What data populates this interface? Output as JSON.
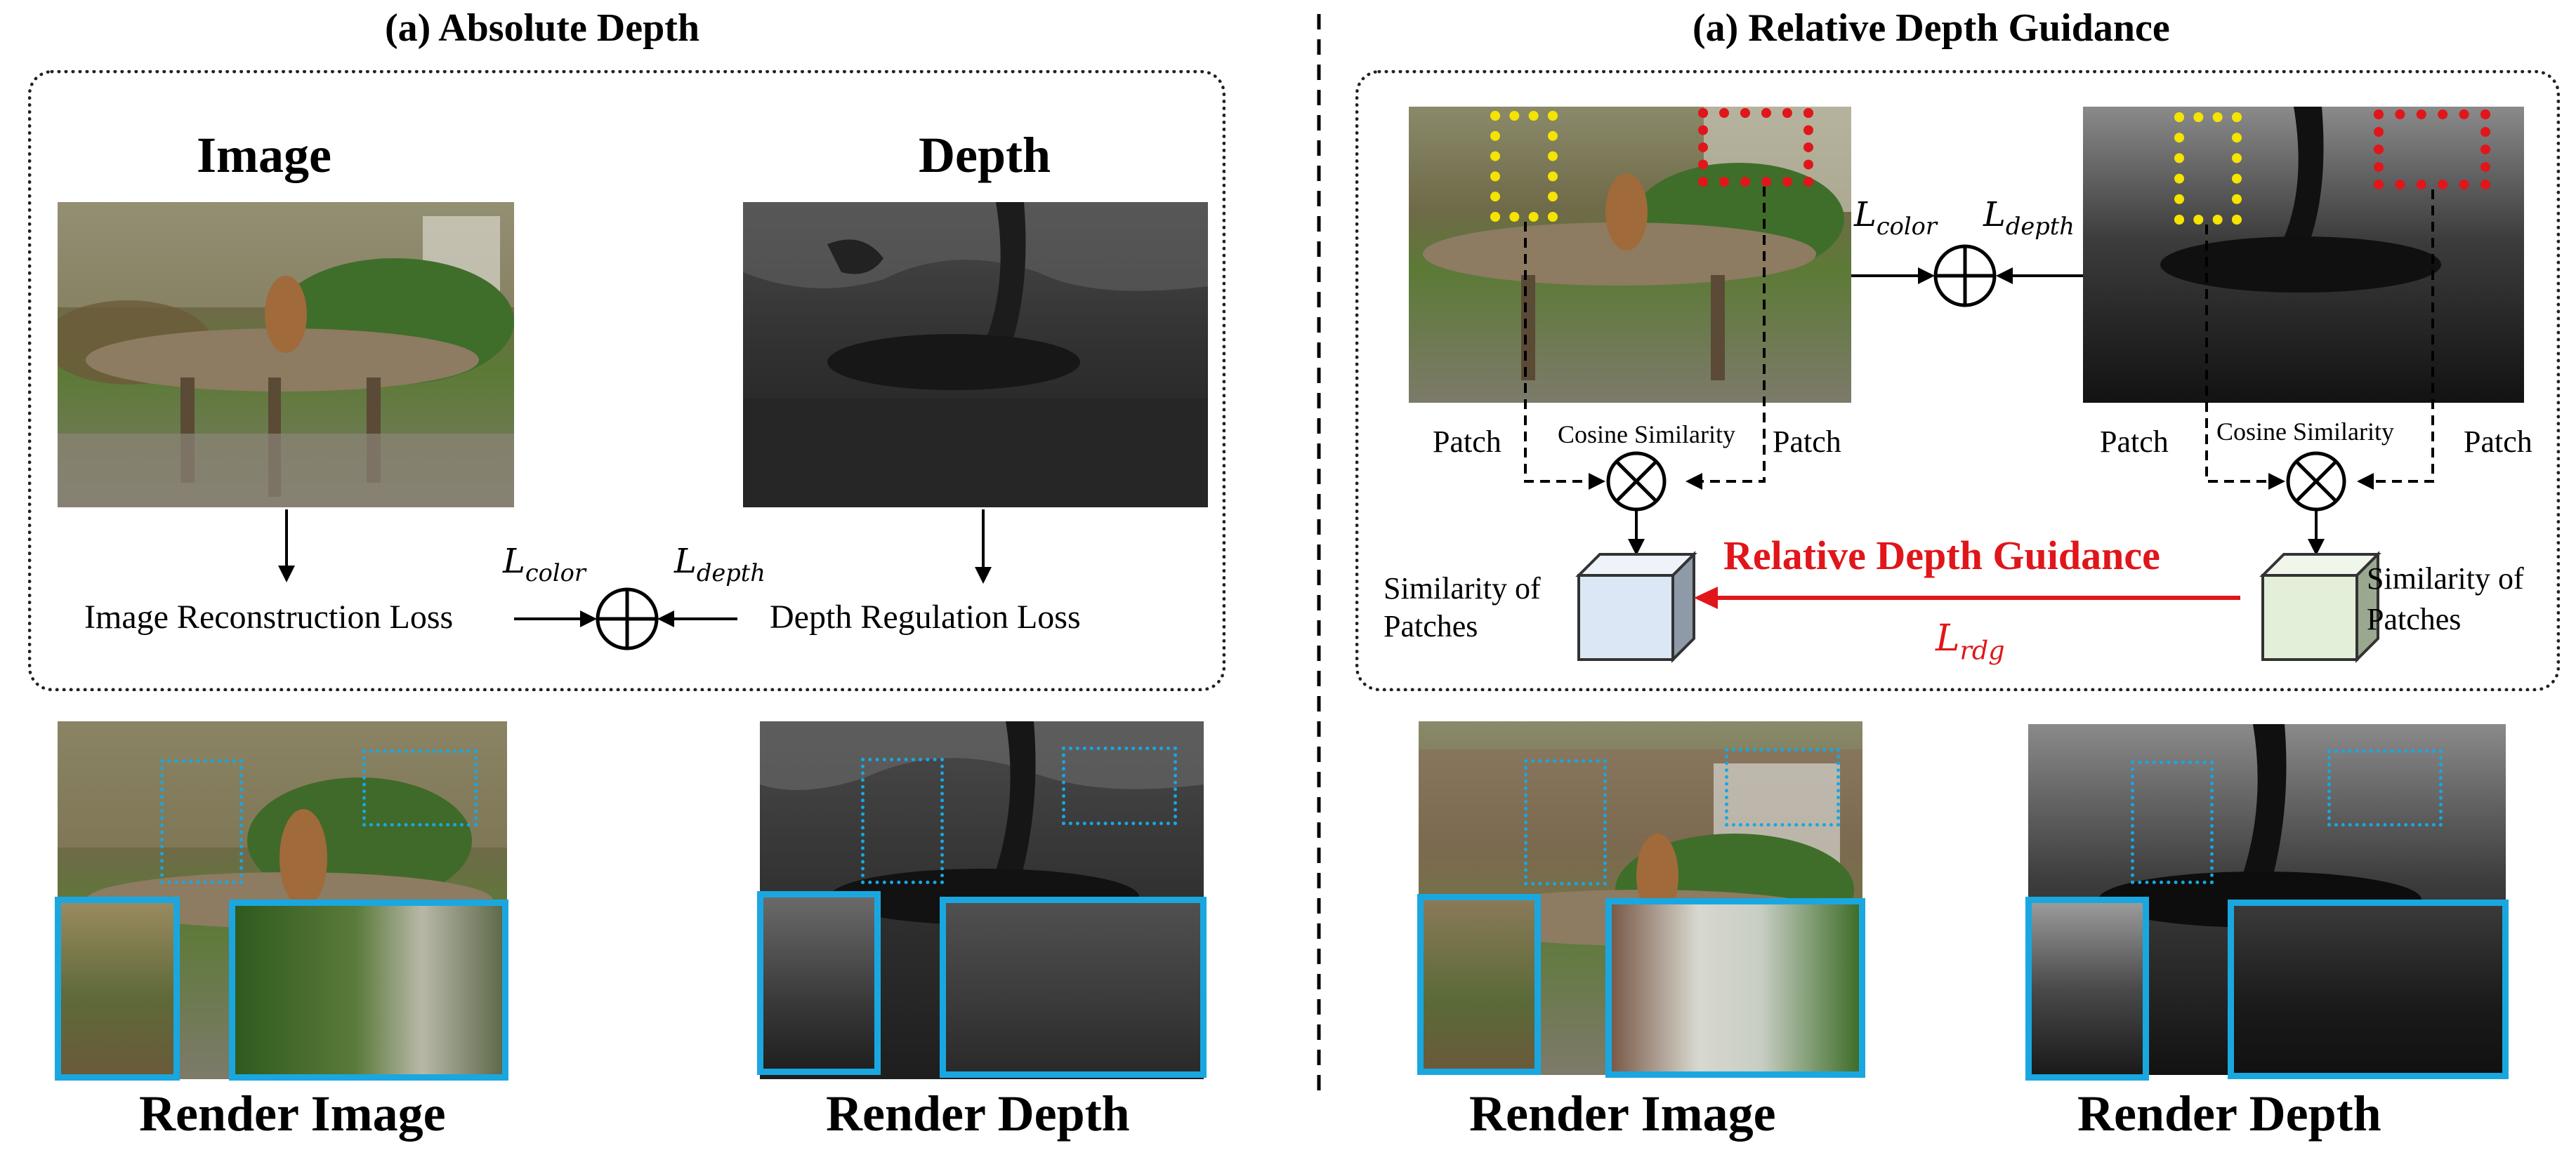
{
  "left_panel": {
    "title": "(a) Absolute Depth",
    "image_label": "Image",
    "depth_label": "Depth",
    "image_loss": "Image Reconstruction Loss",
    "depth_loss": "Depth Regulation Loss",
    "l_color": {
      "base": "L",
      "sub": "color"
    },
    "l_depth": {
      "base": "L",
      "sub": "depth"
    },
    "render_image": "Render Image",
    "render_depth": "Render Depth"
  },
  "right_panel": {
    "title": "(a) Relative Depth Guidance",
    "l_color": {
      "base": "L",
      "sub": "color"
    },
    "l_depth": {
      "base": "L",
      "sub": "depth"
    },
    "patch_1": "Patch",
    "patch_2": "Patch",
    "patch_3": "Patch",
    "patch_4": "Patch",
    "cosine_left": "Cosine Similarity",
    "cosine_right": "Cosine Similarity",
    "similarity_left": [
      "Similarity of",
      "Patches"
    ],
    "similarity_right": [
      "Similarity of",
      "Patches"
    ],
    "guidance_label": "Relative Depth Guidance",
    "l_rdg": {
      "base": "L",
      "sub": "rdg"
    },
    "render_image": "Render Image",
    "render_depth": "Render Depth"
  },
  "colors": {
    "highlight_blue": "#1aa7e0",
    "guidance_red": "#e0161a",
    "patch_yellow": "#f5e300",
    "cube_blue": "#dbe7f5",
    "cube_green": "#e3efd8"
  }
}
